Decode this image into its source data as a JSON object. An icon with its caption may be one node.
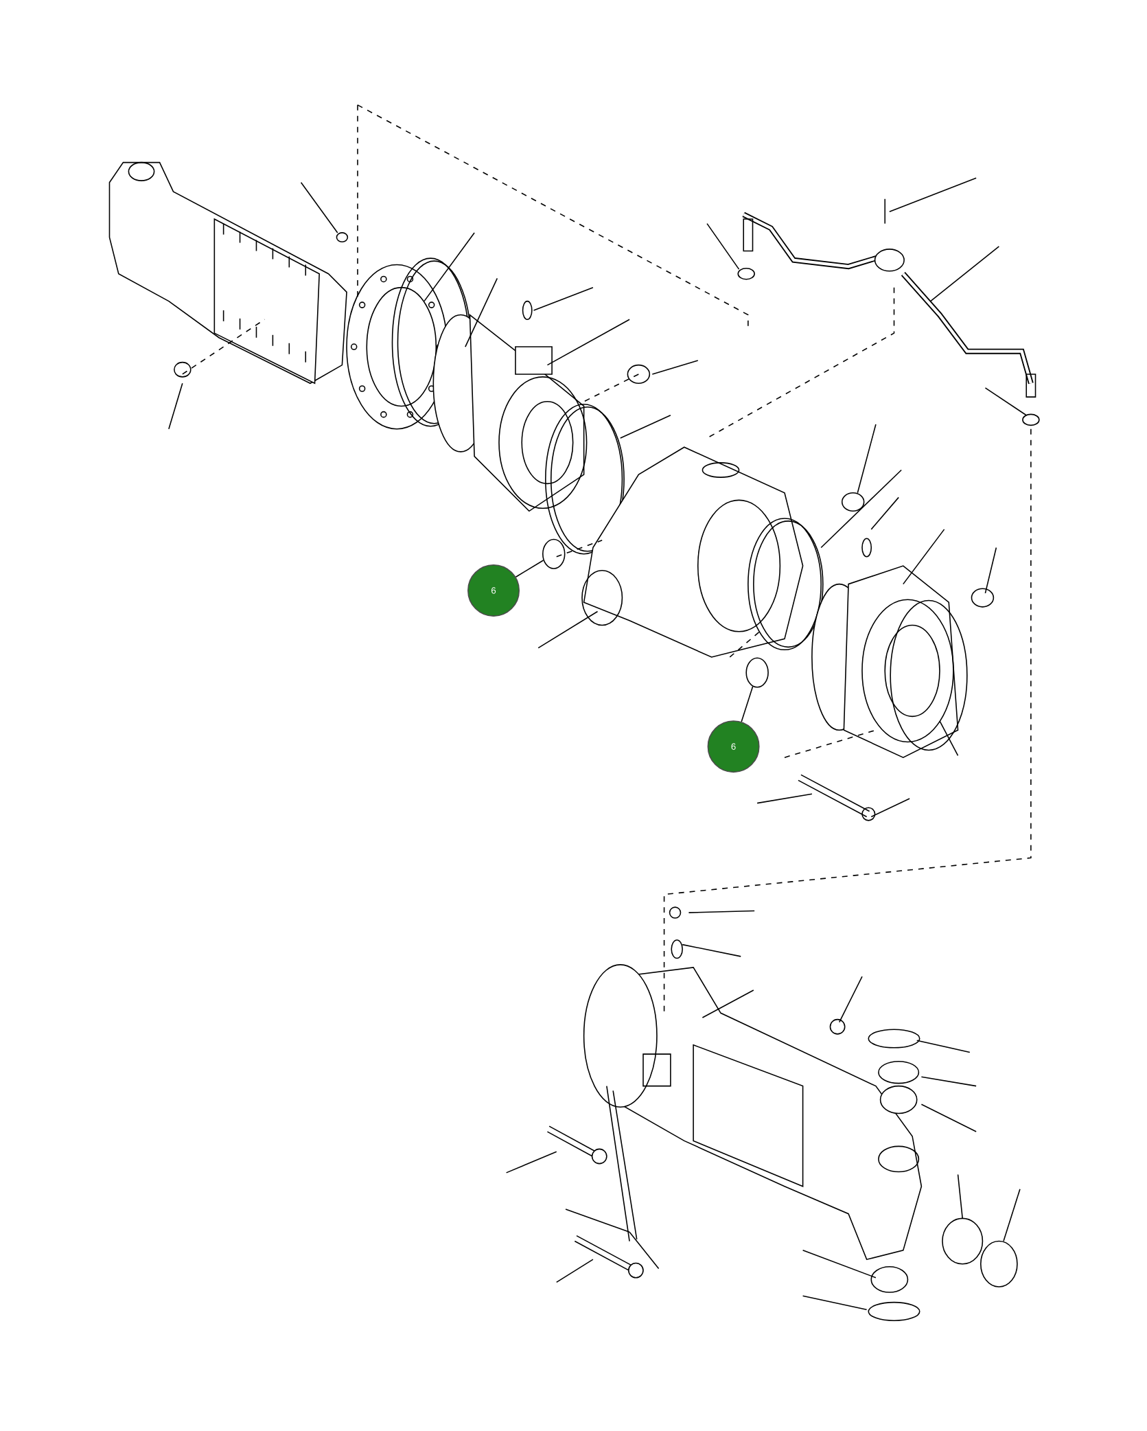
{
  "diagram": {
    "nodes": [
      {
        "text": [],
        "shape": "circle"
      },
      {
        "text": [
          "6"
        ]
      },
      {
        "text": [],
        "shape": "circle"
      },
      {
        "text": [
          "6"
        ]
      }
    ],
    "edges": [
      {
        "from": 1,
        "to": 0,
        "arrow": "none"
      },
      {
        "from": 3,
        "to": 2,
        "arrow": "none"
      }
    ]
  }
}
